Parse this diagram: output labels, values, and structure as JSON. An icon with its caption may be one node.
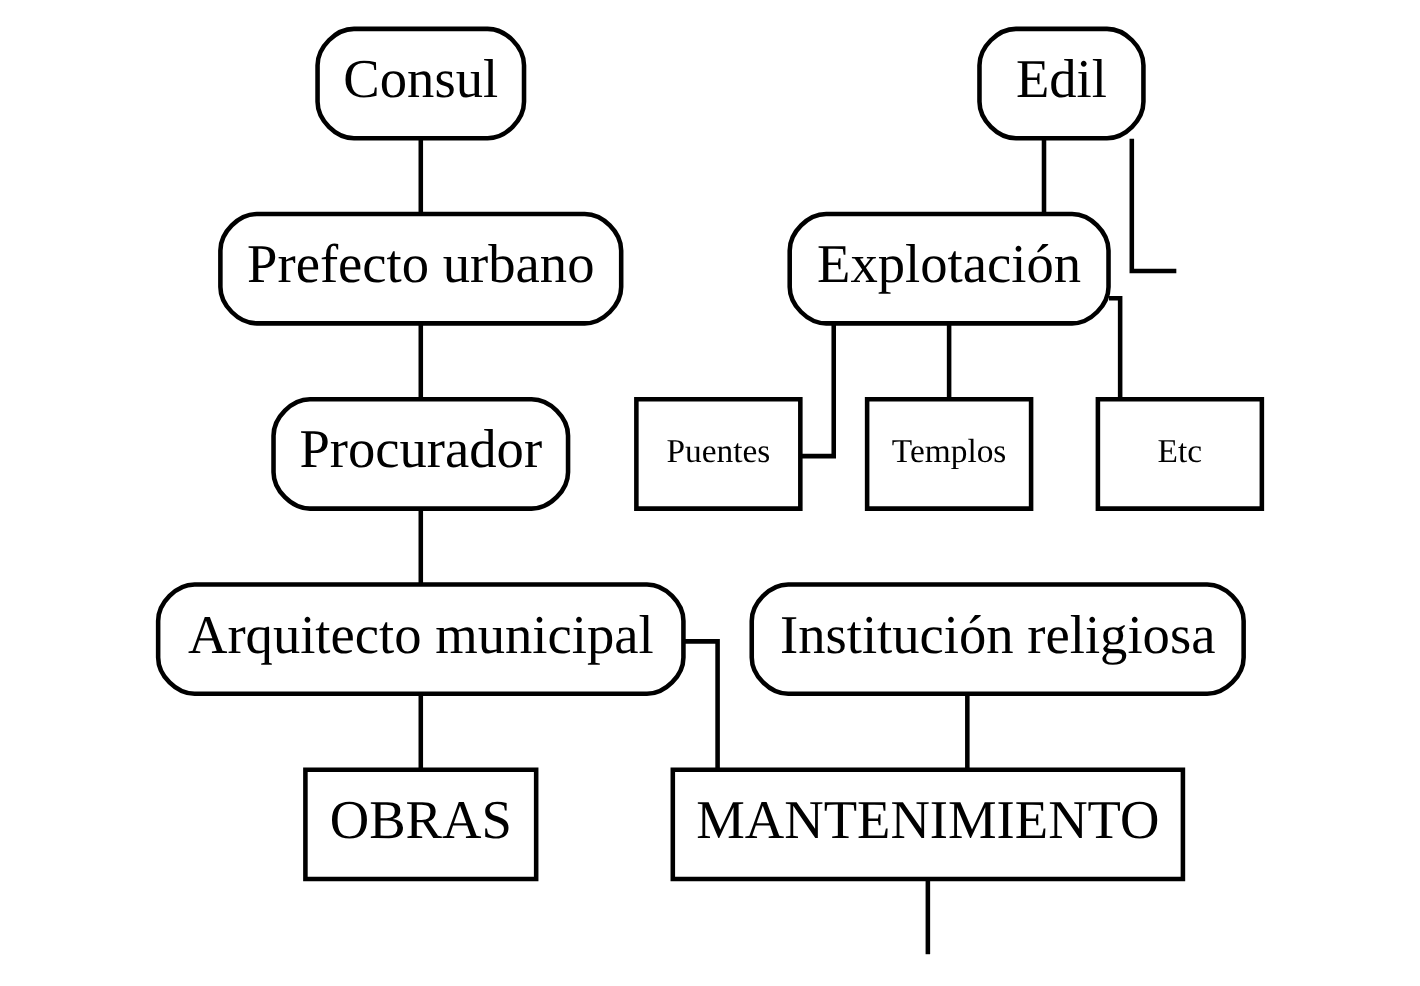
{
  "diagram": {
    "nodes": [
      {
        "text": [
          "Consul"
        ]
      },
      {
        "text": [
          "Prefecto urbano"
        ]
      },
      {
        "text": [
          "Procurador"
        ]
      },
      {
        "text": [
          "Institución religiosa"
        ]
      },
      {
        "text": [
          "Arquitecto municipal"
        ]
      },
      {
        "text": [
          "OBRAS"
        ]
      },
      {
        "text": [
          "MANTENIMIENTO"
        ]
      },
      {
        "text": [
          "Edil"
        ]
      },
      {
        "text": [
          "Explotación"
        ]
      },
      {
        "text": [
          "Puentes"
        ]
      },
      {
        "text": [
          "Templos"
        ]
      },
      {
        "text": [
          "Etc"
        ]
      }
    ],
    "edges": [
      {
        "from": 0,
        "to": 1,
        "arrow": "none"
      },
      {
        "from": 1,
        "to": 2,
        "arrow": "none"
      },
      {
        "from": 2,
        "to": 4,
        "arrow": "none"
      },
      {
        "from": 4,
        "to": 5,
        "arrow": "none"
      },
      {
        "from": 3,
        "to": 6,
        "arrow": "none"
      },
      {
        "from": 4,
        "to": 6,
        "arrow": "none"
      },
      {
        "from": 6,
        "to": null,
        "arrow": "none"
      },
      {
        "from": 7,
        "to": 8,
        "arrow": "none"
      },
      {
        "from": 7,
        "to": null,
        "arrow": "none"
      },
      {
        "from": 8,
        "to": 9,
        "arrow": "none"
      },
      {
        "from": 8,
        "to": 10,
        "arrow": "none"
      },
      {
        "from": 8,
        "to": 11,
        "arrow": "none"
      }
    ]
  }
}
